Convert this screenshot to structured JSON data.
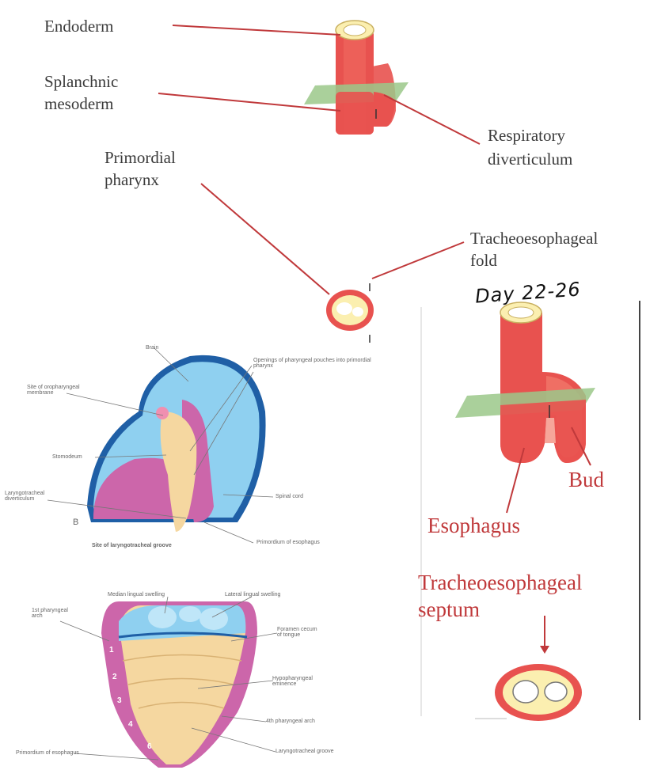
{
  "top_labels": {
    "endoderm": "Endoderm",
    "splanchnic_1": "Splanchnic",
    "splanchnic_2": "mesoderm",
    "primordial_1": "Primordial",
    "primordial_2": "pharynx",
    "respiratory_1": "Respiratory",
    "respiratory_2": "diverticulum",
    "tracheo_fold_1": "Tracheoesophageal",
    "tracheo_fold_2": "fold"
  },
  "right_panel": {
    "handwriting": "Day 22-26",
    "bud": "Bud",
    "esophagus": "Esophagus",
    "septum_1": "Tracheoesophageal",
    "septum_2": "septum"
  },
  "embryo_labels": [
    "Brain",
    "Openings of pharyngeal pouches into primordial pharynx",
    "Site of oropharyngeal membrane",
    "Stomodeum",
    "Laryngotracheal diverticulum",
    "Spinal cord",
    "Primordium of esophagus",
    "Site of laryngotracheal groove",
    "B"
  ],
  "tongue_labels": [
    "Median lingual swelling",
    "Lateral lingual swelling",
    "1st pharyngeal arch",
    "Foramen cecum of tongue",
    "Hypopharyngeal eminence",
    "4th pharyngeal arch",
    "Laryngotracheal groove",
    "Primordium of esophagus"
  ],
  "arch_numbers": [
    "1",
    "2",
    "3",
    "4",
    "6"
  ],
  "colors": {
    "tube_red": "#e8524f",
    "endoderm_yellow": "#fbefb0",
    "plane_green": "#9bc88a",
    "pink": "#cc66aa",
    "blue": "#8fd0f0",
    "cream": "#f5d7a0",
    "leader_line": "#c0393b"
  }
}
